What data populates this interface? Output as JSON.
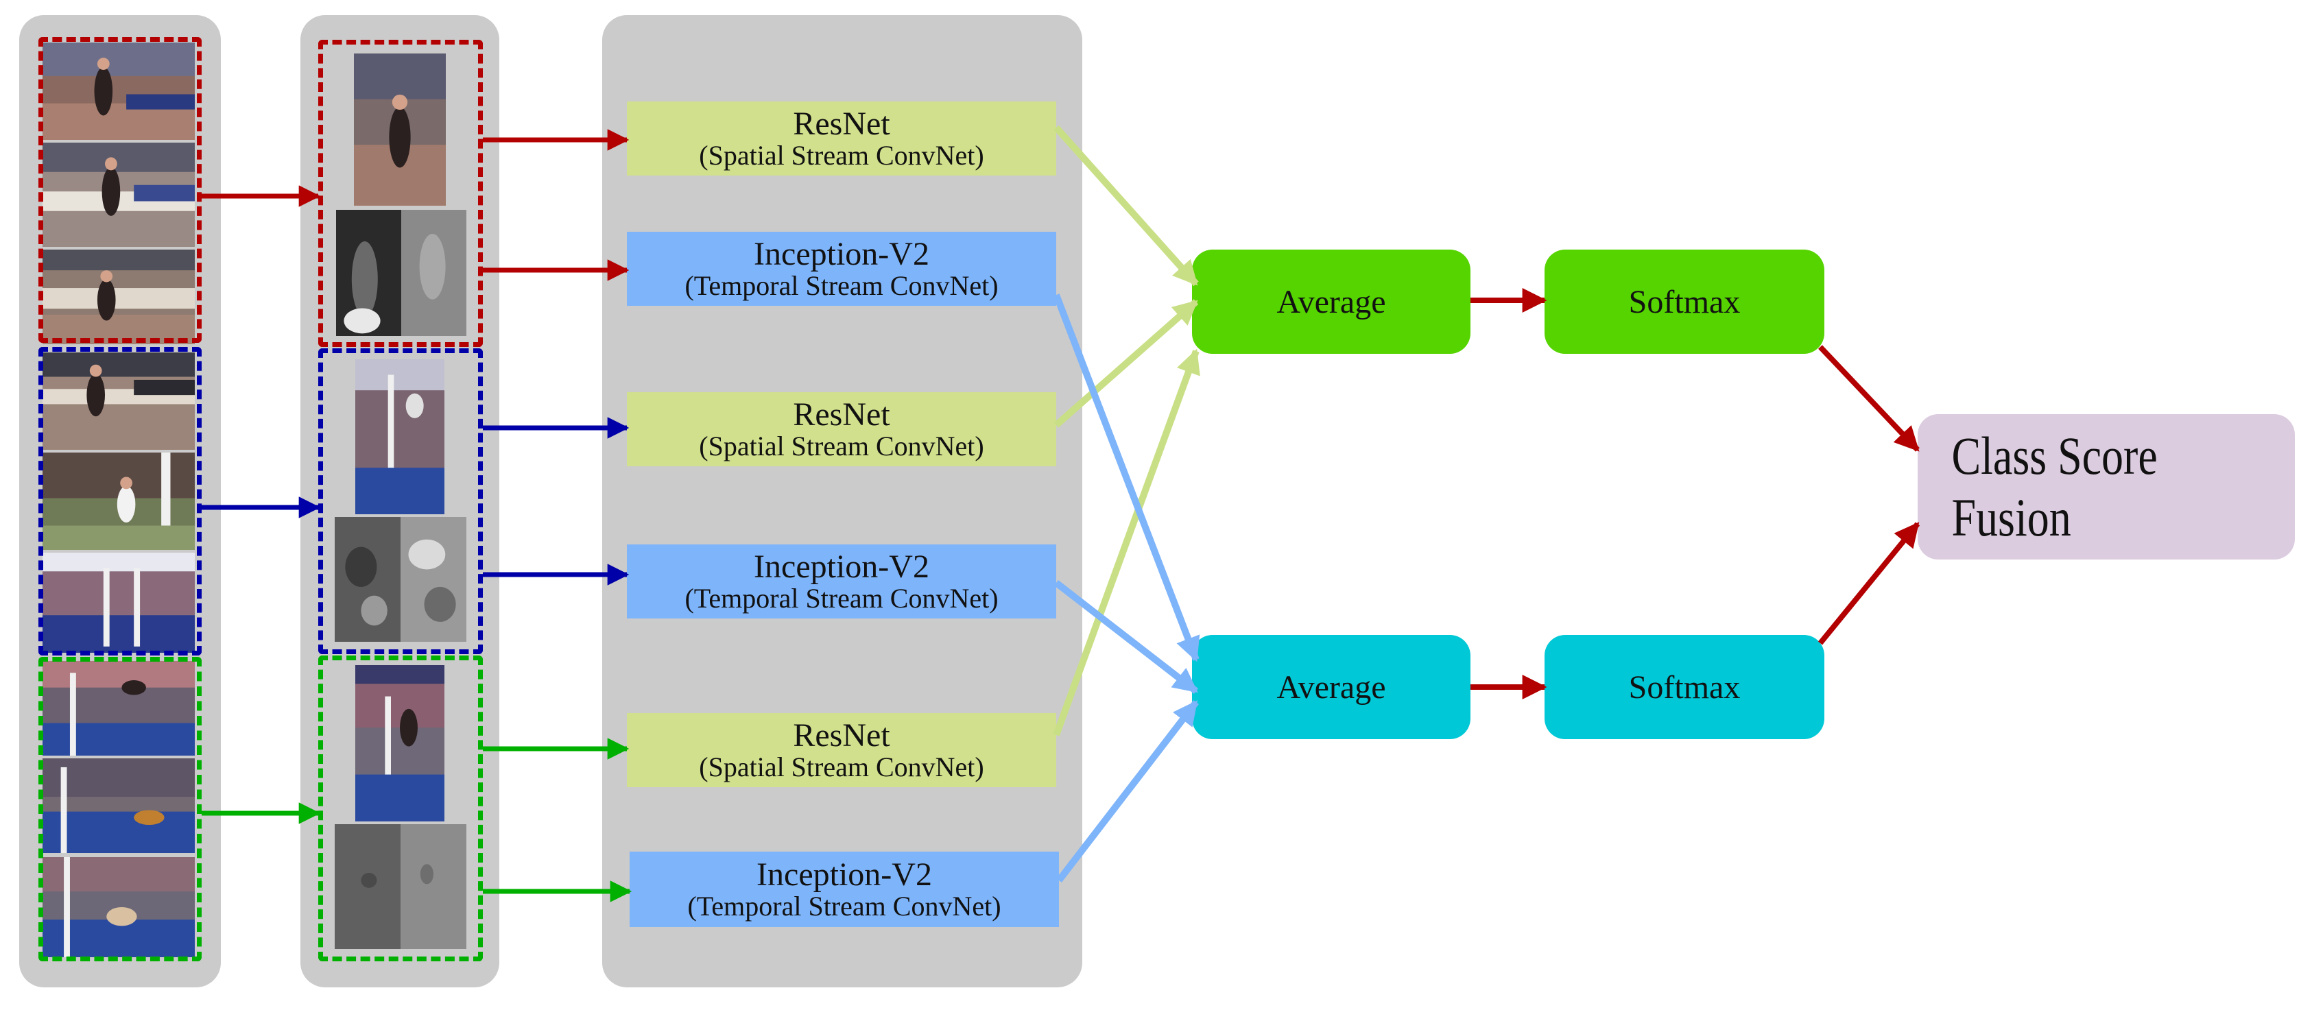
{
  "blocks": {
    "resnet_1": {
      "title": "ResNet",
      "subtitle": "(Spatial Stream ConvNet)"
    },
    "inception_1": {
      "title": "Inception-V2",
      "subtitle": "(Temporal Stream ConvNet)"
    },
    "resnet_2": {
      "title": "ResNet",
      "subtitle": "(Spatial Stream ConvNet)"
    },
    "inception_2": {
      "title": "Inception-V2",
      "subtitle": "(Temporal Stream ConvNet)"
    },
    "resnet_3": {
      "title": "ResNet",
      "subtitle": "(Spatial Stream ConvNet)"
    },
    "inception_3": {
      "title": "Inception-V2",
      "subtitle": "(Temporal Stream ConvNet)"
    }
  },
  "ops": {
    "average_spatial": "Average",
    "softmax_spatial": "Softmax",
    "average_temporal": "Average",
    "softmax_temporal": "Softmax",
    "fusion": "Class Score Fusion"
  },
  "colors": {
    "segment_1": "#b30000",
    "segment_2": "#0000a8",
    "segment_3": "#00b000",
    "spatial_block": "#d1e08c",
    "temporal_block": "#7eb4f9",
    "average_spatial": "#55d400",
    "average_temporal": "#00c8d6",
    "fusion": "#dcccdf",
    "spatial_connector": "#c9df85",
    "temporal_connector": "#7eb4f9",
    "fusion_connector": "#b30000"
  }
}
